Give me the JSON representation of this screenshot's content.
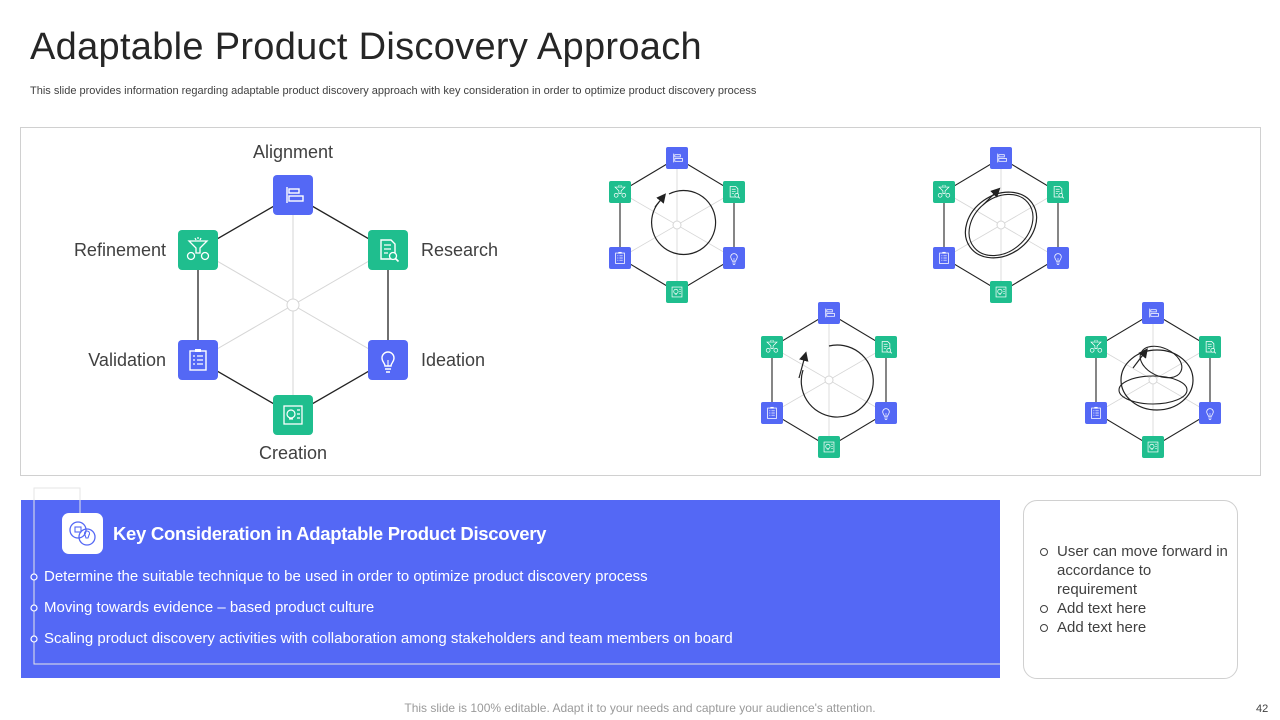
{
  "slide": {
    "title": "Adaptable Product Discovery Approach",
    "subtitle": "This slide provides information regarding adaptable product discovery approach with key  consideration in order to optimize product discovery process",
    "page_number": "42",
    "footer": "This slide is 100% editable. Adapt it to your needs and capture your audience's attention."
  },
  "hexagon": {
    "nodes": [
      {
        "label": "Alignment",
        "icon": "alignment-icon",
        "color": "#5468f5"
      },
      {
        "label": "Research",
        "icon": "document-search-icon",
        "color": "#1fbe8e"
      },
      {
        "label": "Ideation",
        "icon": "lightbulb-icon",
        "color": "#5468f5"
      },
      {
        "label": "Creation",
        "icon": "idea-document-icon",
        "color": "#1fbe8e"
      },
      {
        "label": "Validation",
        "icon": "clipboard-icon",
        "color": "#5468f5"
      },
      {
        "label": "Refinement",
        "icon": "funnel-gears-icon",
        "color": "#1fbe8e"
      }
    ],
    "small_variants": [
      "single-loop",
      "loop-with-arrow",
      "elliptical-rotation",
      "spiral-rotation"
    ]
  },
  "considerations": {
    "title": "Key Consideration in Adaptable Product Discovery",
    "icon": "ideas-icon",
    "items": [
      "Determine the suitable technique to be used in order to optimize product discovery process",
      "Moving towards evidence – based product culture",
      "Scaling product discovery activities with collaboration among stakeholders and team members on board"
    ]
  },
  "side_notes": {
    "items": [
      "User can move forward in accordance to requirement",
      "Add text here",
      "Add text here"
    ]
  },
  "colors": {
    "blue": "#5468f5",
    "green": "#1fbe8e",
    "text": "#404040"
  }
}
